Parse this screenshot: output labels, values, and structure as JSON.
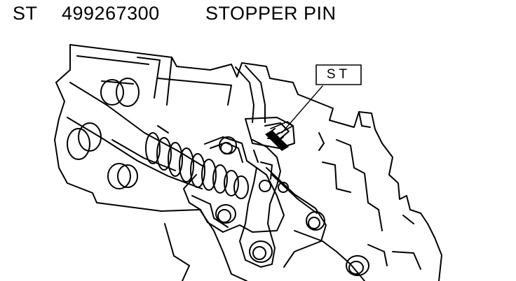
{
  "header": {
    "tool_code": "ST",
    "part_number": "499267300",
    "part_name": "STOPPER PIN"
  },
  "callout": {
    "label": "ST"
  }
}
